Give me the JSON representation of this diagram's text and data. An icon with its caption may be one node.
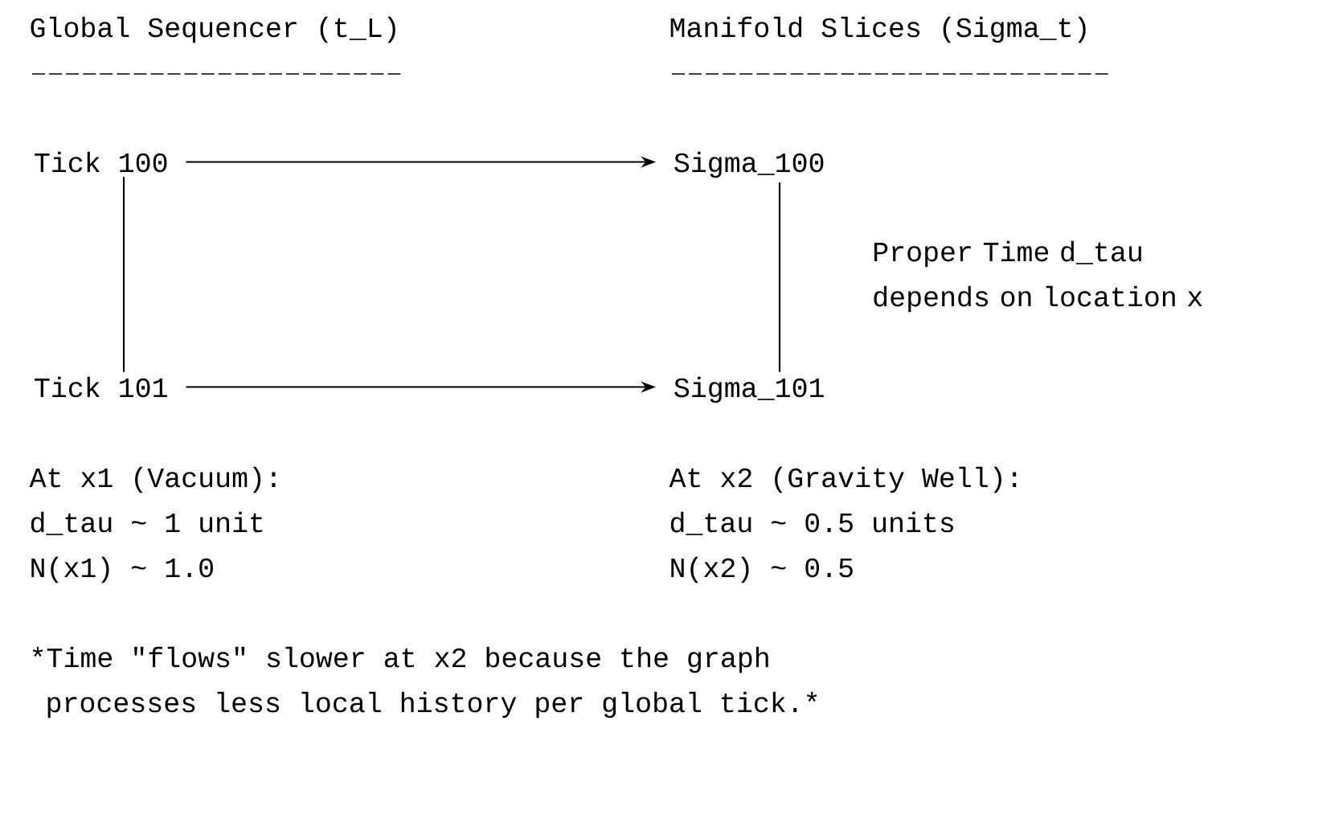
{
  "diagram": {
    "nodes": [
      {
        "text": [
          "Tick 100"
        ]
      },
      {
        "text": [
          "Sigma_100"
        ]
      },
      {
        "text": [
          "Tick 101"
        ]
      },
      {
        "text": [
          "Sigma_101"
        ]
      }
    ],
    "edges": [
      {
        "from": 0,
        "to": 1,
        "arrow": "to"
      },
      {
        "from": 2,
        "to": 3,
        "arrow": "to"
      },
      {
        "from": 0,
        "to": 2,
        "arrow": "none"
      },
      {
        "from": 1,
        "to": 3,
        "arrow": "none",
        "label": "Proper Time d_tau depends on location x"
      }
    ],
    "labels": [
      "Global Sequencer (t_L)",
      "Manifold Slices (Sigma_t)",
      "At x1 (Vacuum):",
      "At x2 (Gravity Well):",
      "d_tau ~ 1 unit",
      "d_tau ~ 0.5 units",
      "N(x1) ~ 1.0",
      "N(x2) ~ 0.5",
      "*Time \"flows\" slower at x2 because the graph",
      "processes less local history per global tick.*"
    ]
  }
}
